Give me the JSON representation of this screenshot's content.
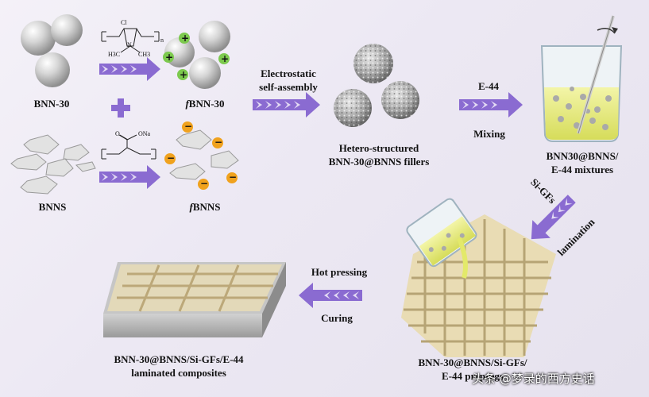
{
  "labels": {
    "bnn30": "BNN-30",
    "fbnn30_prefix": "f",
    "fbnn30_rest": "BNN-30",
    "bnns": "BNNS",
    "fbnns_prefix": "f",
    "fbnns_rest": "BNNS",
    "electrostatic_line1": "Electrostatic",
    "electrostatic_line2": "self-assembly",
    "hetero_line1": "Hetero-structured",
    "hetero_line2": "BNN-30@BNNS fillers",
    "e44": "E-44",
    "mixing": "Mixing",
    "mixture_line1": "BNN30@BNNS/",
    "mixture_line2": "E-44 mixtures",
    "sigfs": "Si-GFs",
    "lamination": "lamination",
    "hot_pressing": "Hot pressing",
    "curing": "Curing",
    "composite_line1": "BNN-30@BNNS/Si-GFs/E-44",
    "composite_line2": "laminated composites",
    "prepreg_line1": "BNN-30@BNNS/Si-GFs/",
    "prepreg_line2": "E-44 prepregs",
    "watermark": "头条 @梦录的西方史话"
  },
  "chem": {
    "cl": "Cl",
    "ch3_left": "H3C",
    "ch3_right": "CH3",
    "n_plus": "N",
    "n_sub": "n",
    "ona": "ONa",
    "o": "O"
  },
  "charges": {
    "positive": "+",
    "negative": "−"
  },
  "colors": {
    "arrow": "#8a6bd1",
    "arrow_light": "#e3dbf4",
    "plus_sign": "#8a6bd1",
    "positive": "#7cc94e",
    "negative": "#f0a21e",
    "sphere": "#c9c9c9"
  }
}
